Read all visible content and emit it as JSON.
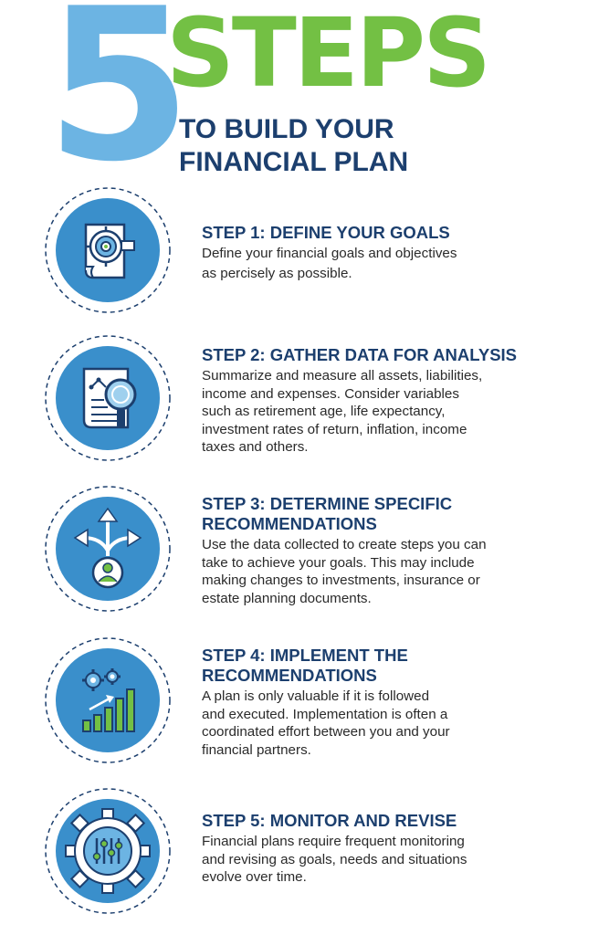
{
  "header": {
    "number": "5",
    "word": "STEPS",
    "subtitle_line1": "TO BUILD YOUR",
    "subtitle_line2": "FINANCIAL PLAN"
  },
  "colors": {
    "light_blue": "#6cb4e3",
    "green": "#73c044",
    "navy": "#1c3f6e",
    "circle_blue": "#3a8fcb"
  },
  "steps": [
    {
      "icon": "target-document-icon",
      "title_line1": "STEP 1: DEFINE YOUR GOALS",
      "title_line2": "",
      "desc": [
        "Define your financial goals and objectives",
        "as percisely as possible."
      ]
    },
    {
      "icon": "document-magnifier-icon",
      "title_line1": "STEP 2: GATHER DATA FOR ANALYSIS",
      "title_line2": "",
      "desc": [
        "Summarize and measure all assets, liabilities,",
        "income and expenses. Consider variables",
        "such as retirement age, life expectancy,",
        "investment rates of return, inflation, income",
        "taxes and others."
      ]
    },
    {
      "icon": "direction-arrows-person-icon",
      "title_line1": "STEP 3: DETERMINE SPECIFIC",
      "title_line2": "RECOMMENDATIONS",
      "desc": [
        "Use the data collected to create steps you can",
        "take to achieve your goals. This may include",
        "making changes to investments, insurance or",
        "estate planning documents."
      ]
    },
    {
      "icon": "gears-growth-chart-icon",
      "title_line1": "STEP 4: IMPLEMENT THE",
      "title_line2": "RECOMMENDATIONS",
      "desc": [
        "A plan is only valuable if it is followed",
        "and executed. Implementation is often a",
        "coordinated effort between you and your",
        "financial partners."
      ]
    },
    {
      "icon": "gear-sliders-icon",
      "title_line1": "STEP 5: MONITOR AND REVISE",
      "title_line2": "",
      "desc": [
        "Financial plans require frequent monitoring",
        "and revising as goals, needs and situations",
        "evolve over time."
      ]
    }
  ]
}
